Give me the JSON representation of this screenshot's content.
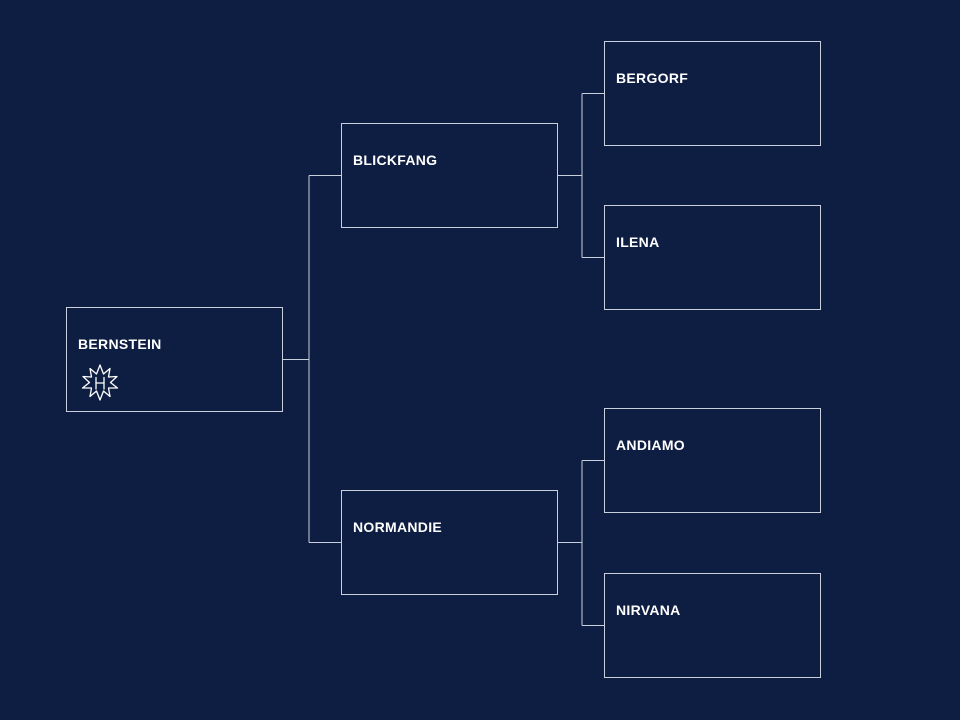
{
  "pedigree": {
    "subject": {
      "name": "BERNSTEIN",
      "badge_icon": "edelweiss-brand-icon"
    },
    "sire": {
      "name": "BLICKFANG",
      "sire": {
        "name": "BERGORF"
      },
      "dam": {
        "name": "ILENA"
      }
    },
    "dam": {
      "name": "NORMANDIE",
      "sire": {
        "name": "ANDIAMO"
      },
      "dam": {
        "name": "NIRVANA"
      }
    }
  },
  "colors": {
    "background": "#0e1d42",
    "line": "#c9cfdb",
    "text": "#ffffff"
  }
}
